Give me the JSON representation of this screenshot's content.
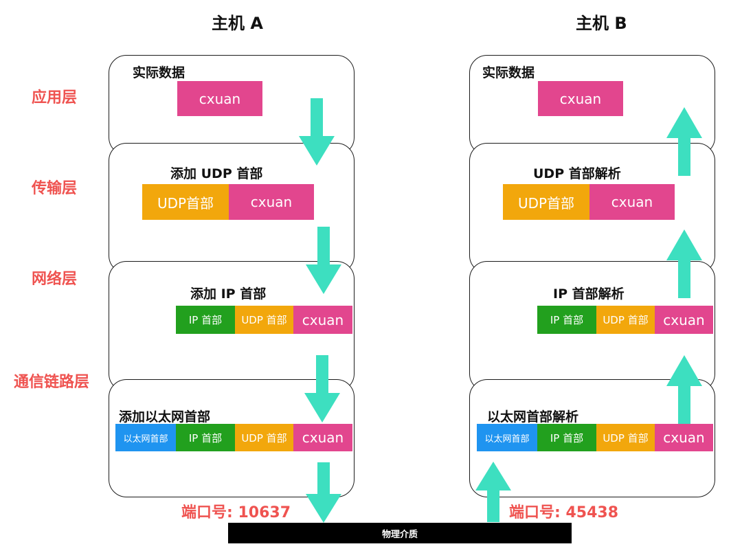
{
  "hosts": {
    "a_title": "主机 A",
    "b_title": "主机 B"
  },
  "layers": {
    "application": "应用层",
    "transport": "传输层",
    "network": "网络层",
    "link": "通信链路层"
  },
  "host_a": {
    "app_caption": "实际数据",
    "transport_caption": "添加 UDP 首部",
    "network_caption": "添加 IP 首部",
    "link_caption": "添加以太网首部",
    "port": "端口号: 10637"
  },
  "host_b": {
    "app_caption": "实际数据",
    "transport_caption": "UDP 首部解析",
    "network_caption": "IP 首部解析",
    "link_caption": "以太网首部解析",
    "port": "端口号: 45438"
  },
  "blocks": {
    "data": "cxuan",
    "udp_header_large": "UDP首部",
    "udp_header": "UDP 首部",
    "ip_header": "IP 首部",
    "ethernet_header": "以太网首部"
  },
  "physical_medium": "物理介质",
  "colors": {
    "data": "#e2468e",
    "udp": "#f2a70c",
    "ip": "#22a01e",
    "ethernet": "#1f94f0",
    "arrow": "#3ddfc0",
    "layer_label": "#ef5350"
  }
}
